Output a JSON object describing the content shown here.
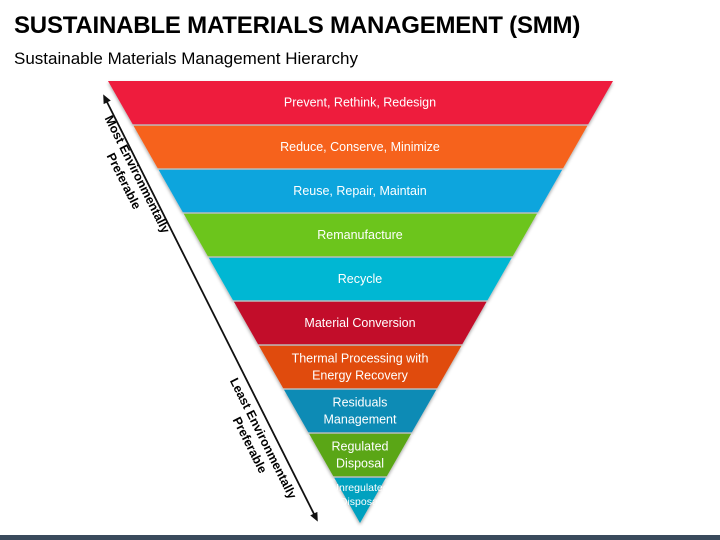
{
  "title": "SUSTAINABLE MATERIALS MANAGEMENT (SMM)",
  "subtitle": "Sustainable Materials Management Hierarchy",
  "tiers": [
    {
      "lines": [
        "Prevent, Rethink, Redesign"
      ],
      "color": "#ee1c3c"
    },
    {
      "lines": [
        "Reduce, Conserve, Minimize"
      ],
      "color": "#f6621c"
    },
    {
      "lines": [
        "Reuse, Repair, Maintain"
      ],
      "color": "#0ea5dd"
    },
    {
      "lines": [
        "Remanufacture"
      ],
      "color": "#6cc51c"
    },
    {
      "lines": [
        "Recycle"
      ],
      "color": "#04b7d3"
    },
    {
      "lines": [
        "Material Conversion"
      ],
      "color": "#c20e2a"
    },
    {
      "lines": [
        "Thermal Processing with",
        "Energy Recovery"
      ],
      "color": "#e04c10"
    },
    {
      "lines": [
        "Residuals",
        "Management"
      ],
      "color": "#0c8bb5"
    },
    {
      "lines": [
        "Regulated",
        "Disposal"
      ],
      "color": "#5aa617"
    },
    {
      "lines": [
        "Unregulated",
        "Disposal"
      ],
      "color": "#05a1bf"
    }
  ],
  "side_labels": {
    "most_line1": "Most Environmentally",
    "most_line2": "Preferable",
    "least_line1": "Least Environmentally",
    "least_line2": "Preferable"
  }
}
